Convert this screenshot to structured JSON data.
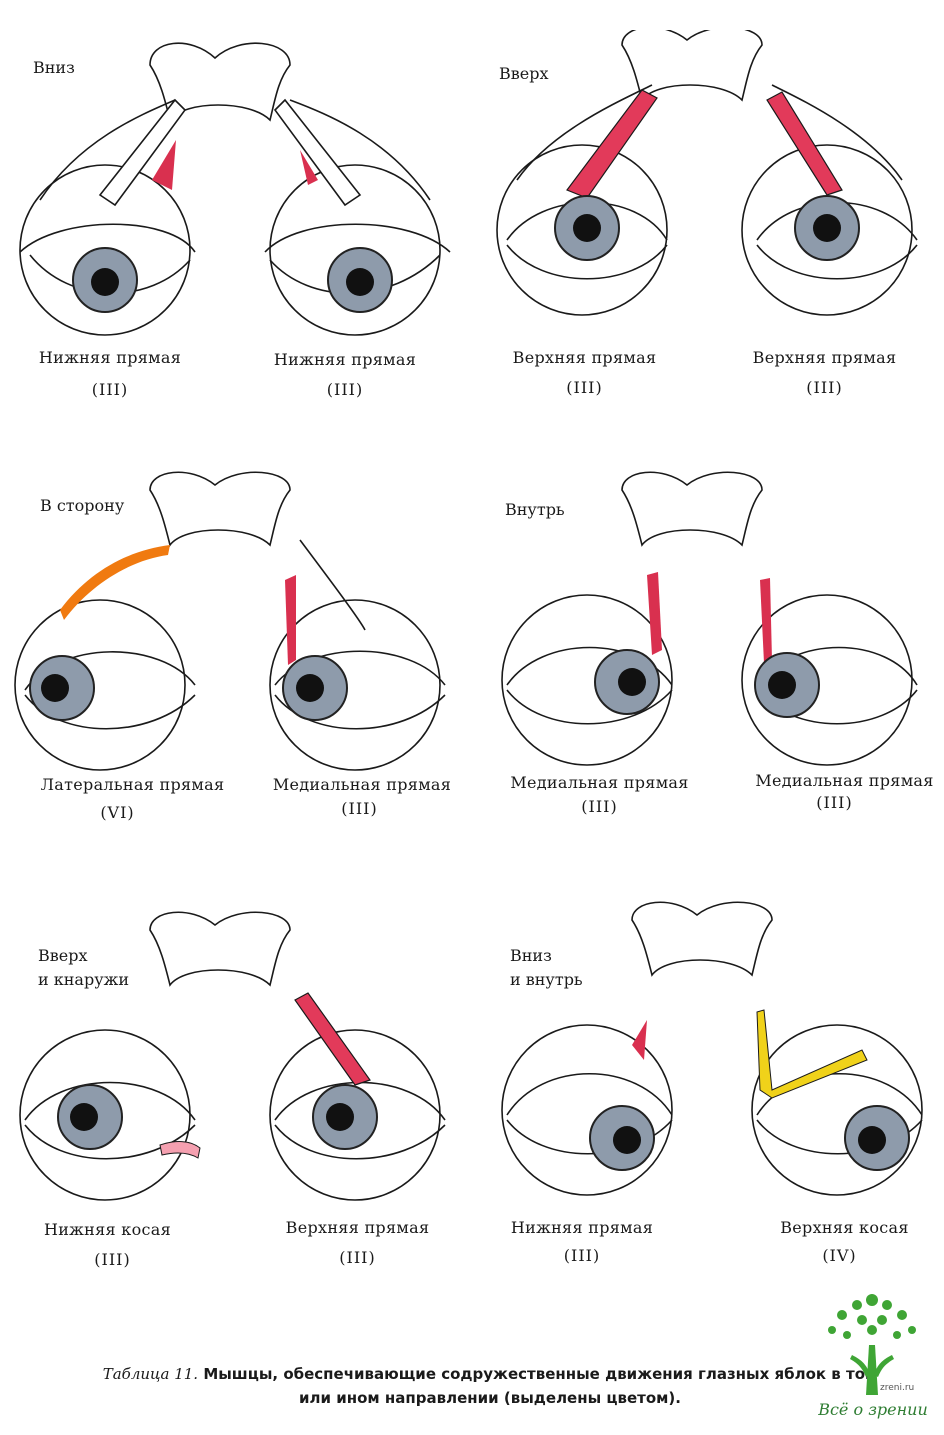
{
  "colors": {
    "inferior_rectus": "#d9304f",
    "superior_rectus": "#e23a5a",
    "lateral_rectus": "#f07a10",
    "medial_rectus": "#d9304f",
    "inferior_oblique": "#f5a0b0",
    "superior_oblique": "#f0d21a",
    "iris": "#8e9bab",
    "logo_green": "#3fa535"
  },
  "panels": [
    {
      "direction": "Вниз",
      "left_muscle": "Нижняя прямая",
      "left_nerve": "(III)",
      "right_muscle": "Нижняя прямая",
      "right_nerve": "(III)"
    },
    {
      "direction": "Вверх",
      "left_muscle": "Верхняя прямая",
      "left_nerve": "(III)",
      "right_muscle": "Верхняя прямая",
      "right_nerve": "(III)"
    },
    {
      "direction": "В сторону",
      "left_muscle": "Латеральная прямая",
      "left_nerve": "(VI)",
      "right_muscle": "Медиальная прямая",
      "right_nerve": "(III)"
    },
    {
      "direction": "Внутрь",
      "left_muscle": "Медиальная прямая",
      "left_nerve": "(III)",
      "right_muscle": "Медиальная прямая",
      "right_nerve": "(III)"
    },
    {
      "direction": "Вверх\nи кнаружи",
      "left_muscle": "Нижняя косая",
      "left_nerve": "(III)",
      "right_muscle": "Верхняя прямая",
      "right_nerve": "(III)"
    },
    {
      "direction": "Вниз\nи внутрь",
      "left_muscle": "Нижняя прямая",
      "left_nerve": "(III)",
      "right_muscle": "Верхняя косая",
      "right_nerve": "(IV)"
    }
  ],
  "caption": {
    "prefix": "Таблица 11.",
    "text": "Мышцы, обеспечивающие содружественные движения глазных яблок в том или ином направлении (выделены цветом)."
  },
  "logo": {
    "text": "Всё о зрении",
    "site": "zreni.ru"
  }
}
